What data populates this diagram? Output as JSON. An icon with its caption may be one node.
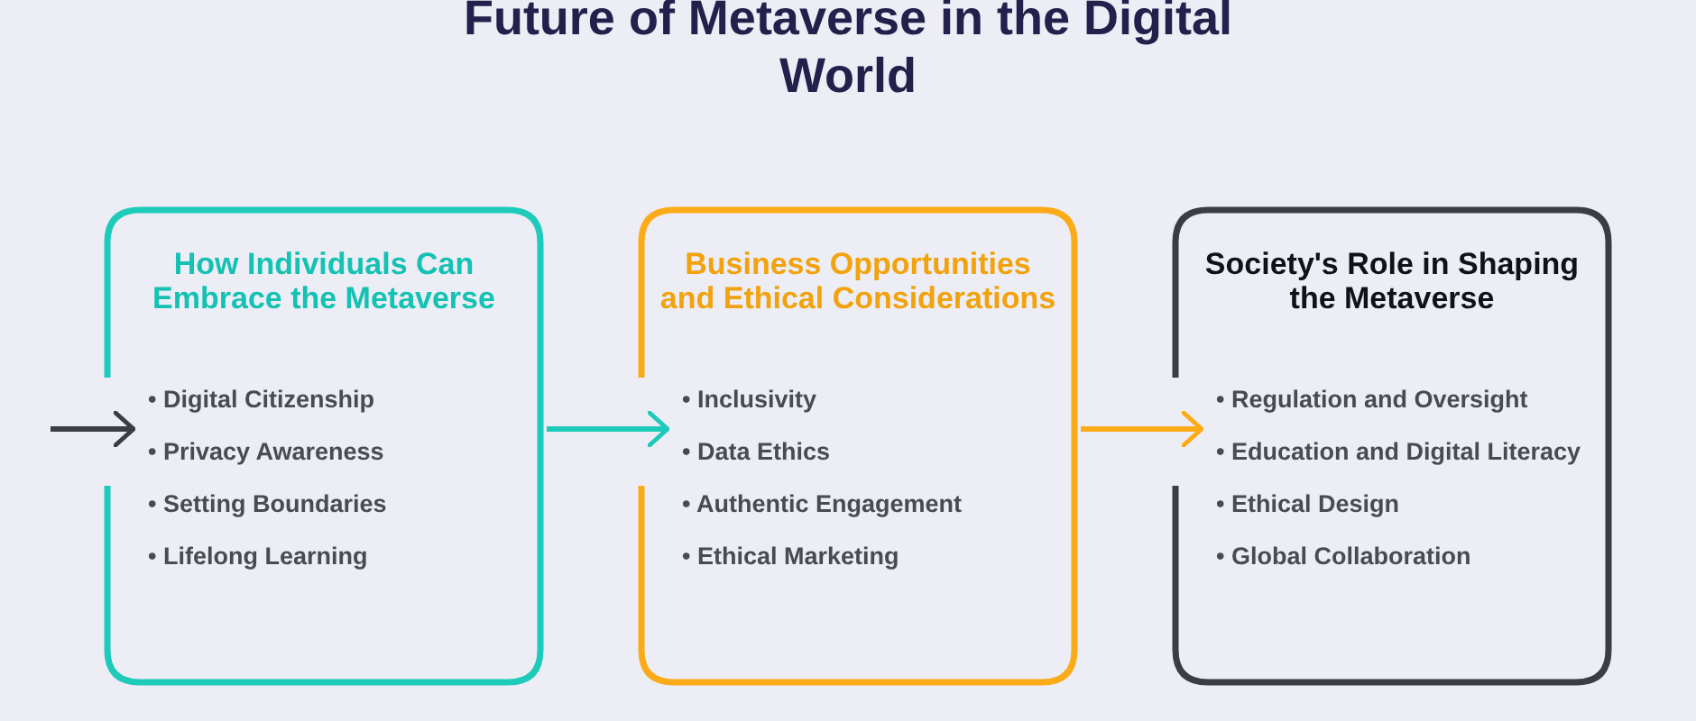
{
  "diagram": {
    "title": "Future of Metaverse in the Digital World",
    "nodes": [
      {
        "text": [
          "How Individuals Can Embrace the Metaverse",
          "• Digital Citizenship",
          "• Privacy Awareness",
          "• Setting Boundaries",
          "• Lifelong Learning"
        ]
      },
      {
        "text": [
          "Business Opportunities and Ethical Considerations",
          "• Inclusivity",
          "• Data Ethics",
          "• Authentic Engagement",
          "• Ethical Marketing"
        ]
      },
      {
        "text": [
          "Society's Role in Shaping the Metaverse",
          "• Regulation and Oversight",
          "• Education and Digital Literacy",
          "• Ethical Design",
          "• Global Collaboration"
        ]
      }
    ],
    "edges": [
      {
        "from": null,
        "to": 0,
        "arrow": "to",
        "color": "#3c3c44"
      },
      {
        "from": 0,
        "to": 1,
        "arrow": "to",
        "color": "#1ecbbb"
      },
      {
        "from": 1,
        "to": 2,
        "arrow": "to",
        "color": "#fbab18"
      }
    ]
  }
}
